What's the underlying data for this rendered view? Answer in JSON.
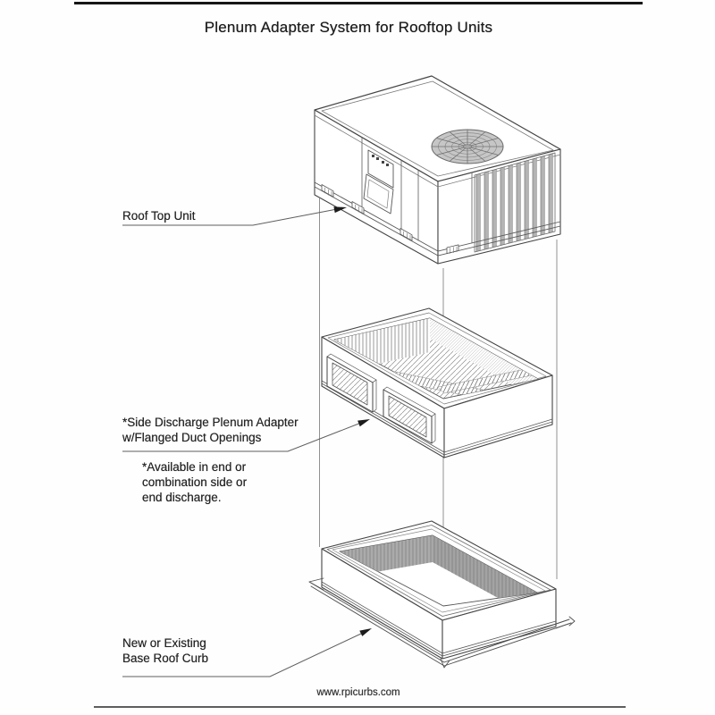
{
  "page": {
    "title": "Plenum Adapter System for Rooftop Units",
    "footer_url": "www.rpicurbs.com"
  },
  "labels": {
    "rtu": "Roof Top Unit",
    "adapter_line1": "*Side Discharge Plenum Adapter",
    "adapter_line2": "w/Flanged Duct Openings",
    "adapter_note_line1": "*Available in end or",
    "adapter_note_line2": "combination side or",
    "adapter_note_line3": "end discharge.",
    "curb_line1": "New or Existing",
    "curb_line2": "Base Roof Curb"
  }
}
